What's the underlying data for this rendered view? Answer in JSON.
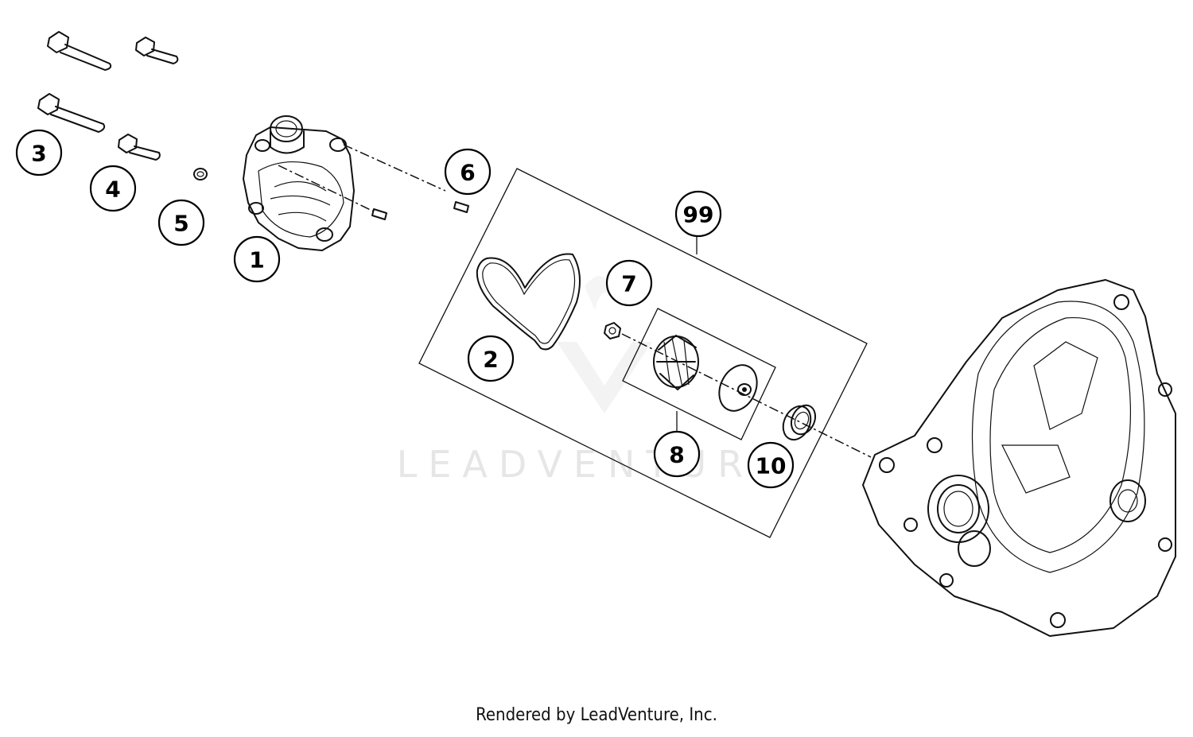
{
  "watermark": {
    "text": "LEADVENTURE"
  },
  "footer": {
    "text": "Rendered by LeadVenture, Inc."
  },
  "callouts": [
    {
      "id": "1",
      "label": "1"
    },
    {
      "id": "2",
      "label": "2"
    },
    {
      "id": "3",
      "label": "3"
    },
    {
      "id": "4",
      "label": "4"
    },
    {
      "id": "5",
      "label": "5"
    },
    {
      "id": "6",
      "label": "6"
    },
    {
      "id": "7",
      "label": "7"
    },
    {
      "id": "8",
      "label": "8"
    },
    {
      "id": "10",
      "label": "10"
    },
    {
      "id": "99",
      "label": "99"
    }
  ]
}
